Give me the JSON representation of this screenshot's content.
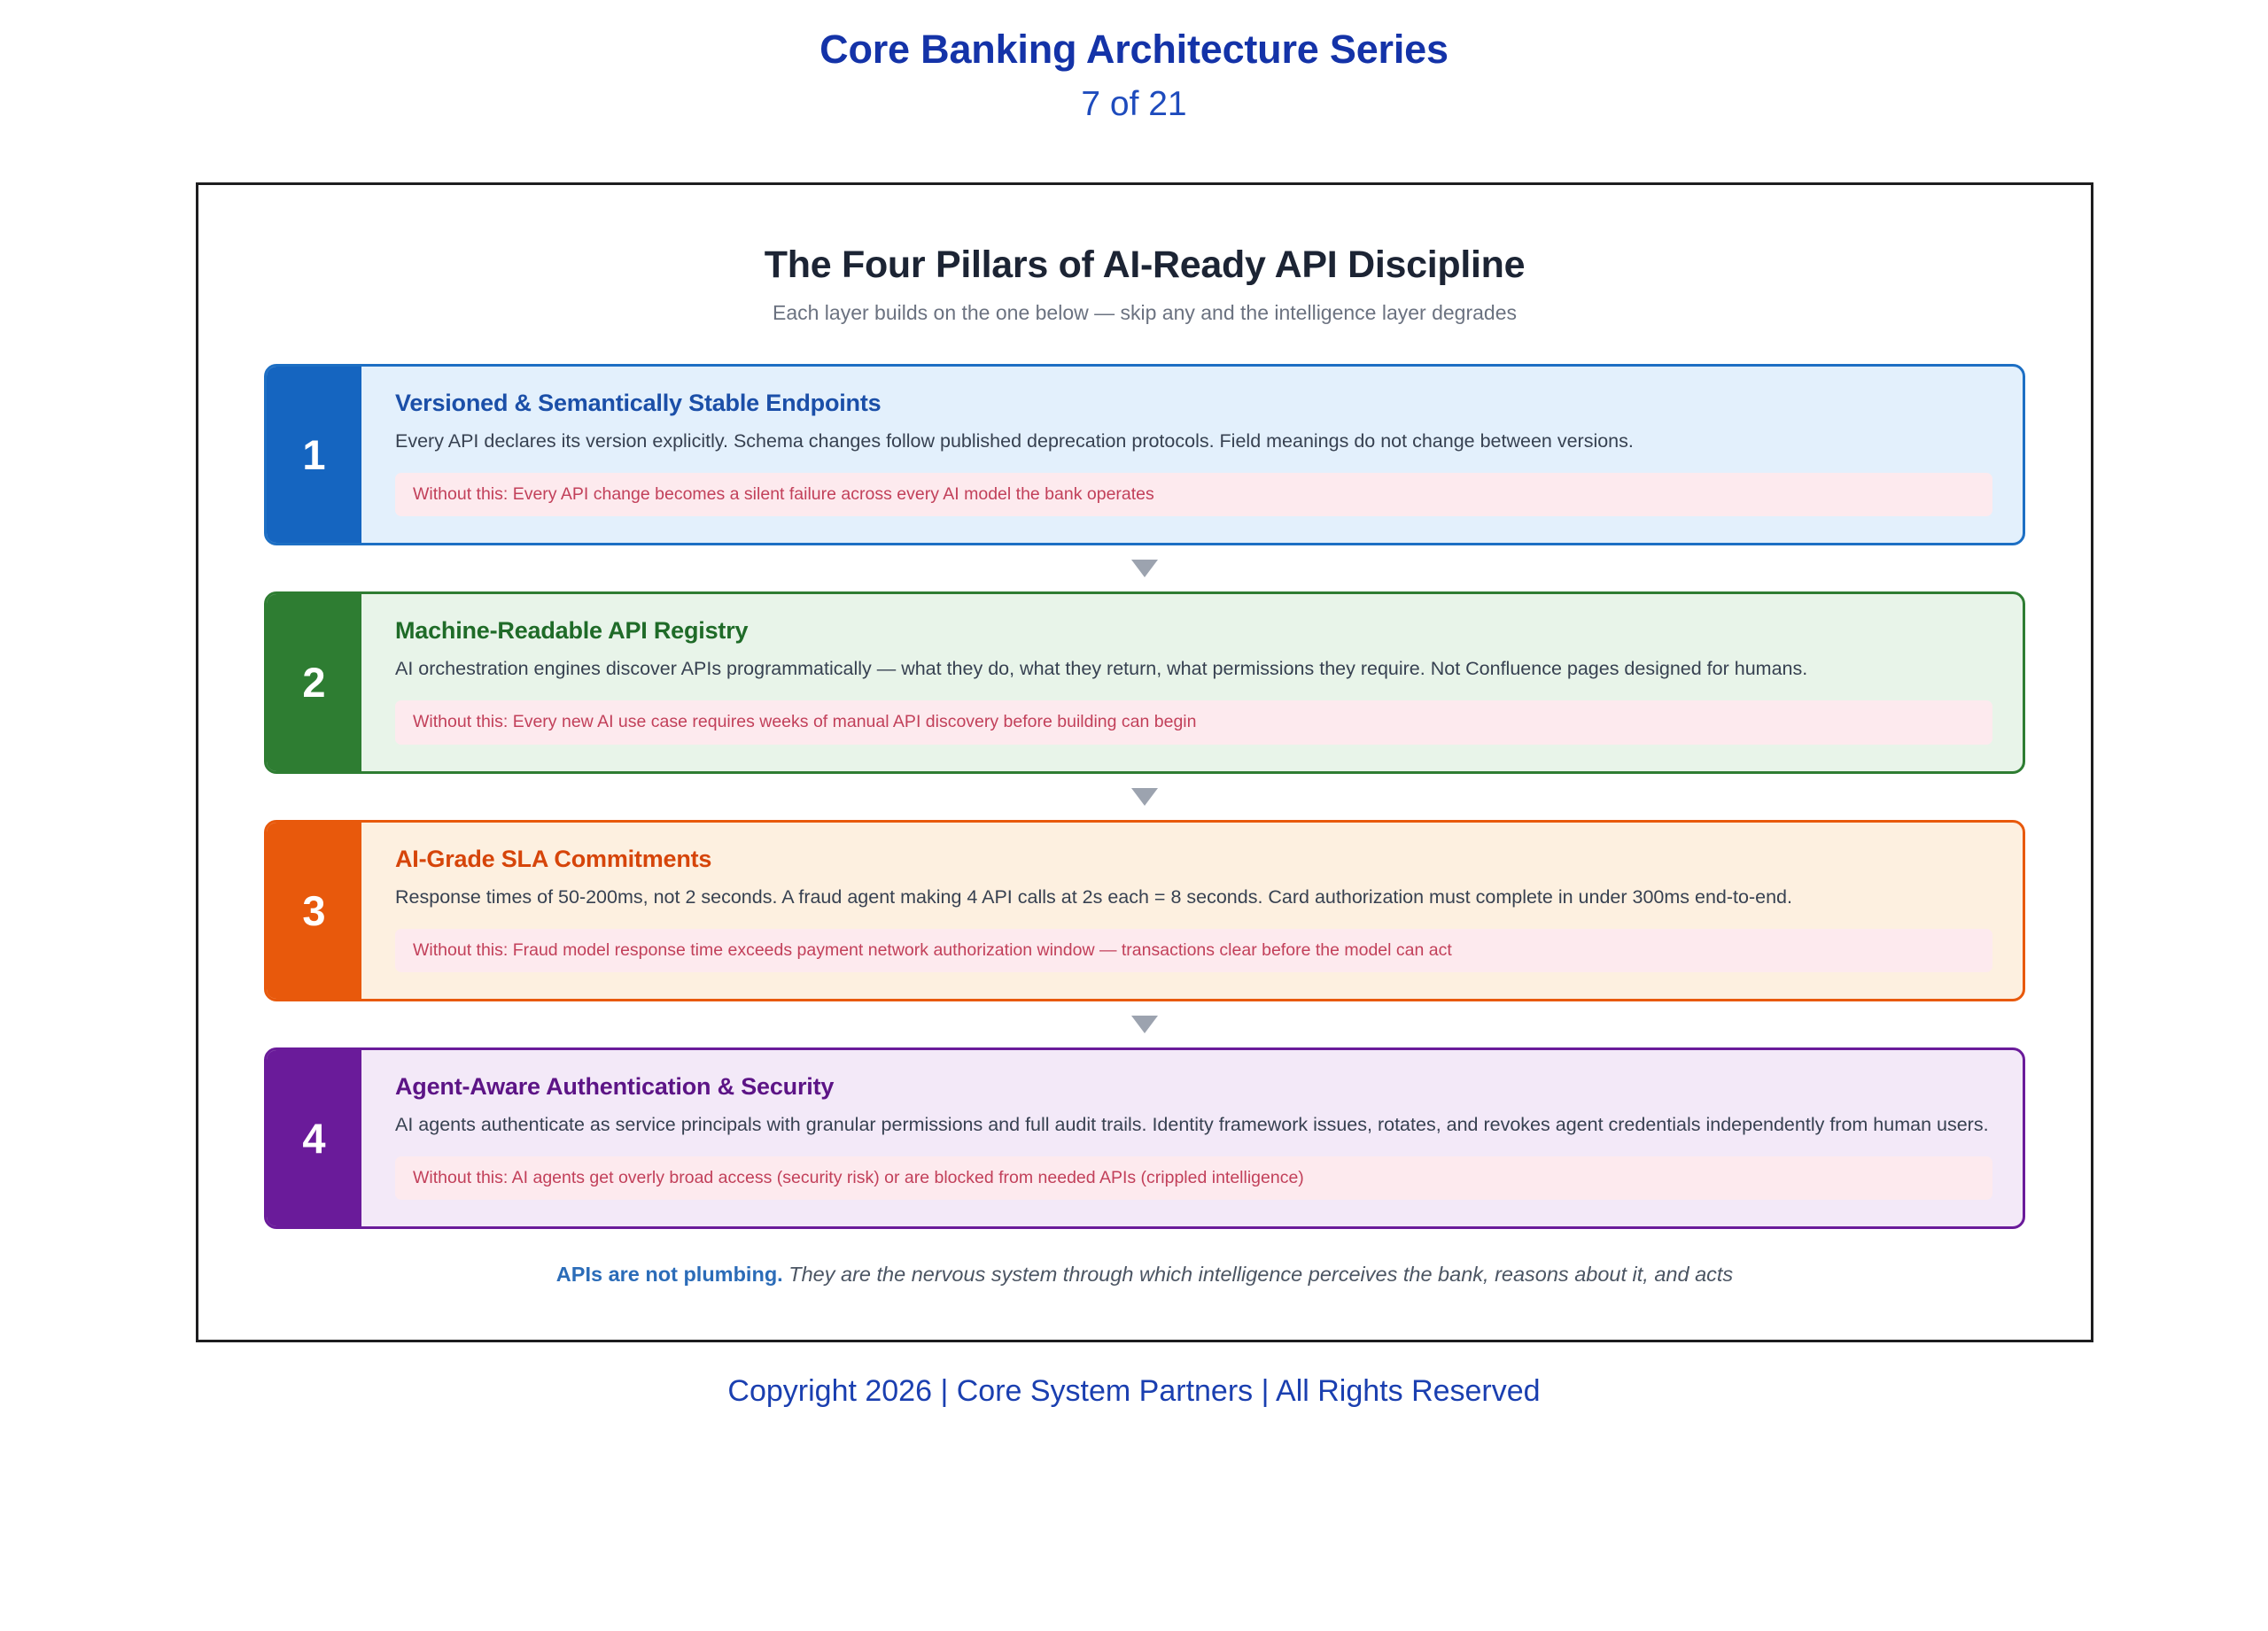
{
  "header": {
    "title": "Core Banking Architecture Series",
    "slide_counter": "7 of 21",
    "title_color": "#1433a8"
  },
  "slide": {
    "title": "The Four Pillars of AI-Ready API Discipline",
    "subtitle": "Each layer builds on the one below — skip any and the intelligence layer degrades",
    "connector_icon": "triangle-down-icon",
    "pillars": [
      {
        "number": "1",
        "heading": "Versioned & Semantically Stable Endpoints",
        "description": "Every API declares its version explicitly. Schema changes follow published deprecation protocols. Field meanings do not change between versions.",
        "warning": "Without this: Every API change becomes a silent failure across every AI model the bank operates",
        "accent_color": "#1565c0",
        "background_color": "#e3f0fc"
      },
      {
        "number": "2",
        "heading": "Machine-Readable API Registry",
        "description": "AI orchestration engines discover APIs programmatically — what they do, what they return, what permissions they require. Not Confluence pages designed for humans.",
        "warning": "Without this: Every new AI use case requires weeks of manual API discovery before building can begin",
        "accent_color": "#2e7d32",
        "background_color": "#e8f4e9"
      },
      {
        "number": "3",
        "heading": "AI-Grade SLA Commitments",
        "description": "Response times of 50-200ms, not 2 seconds. A fraud agent making 4 API calls at 2s each = 8 seconds. Card authorization must complete in under 300ms end-to-end.",
        "warning": "Without this: Fraud model response time exceeds payment network authorization window — transactions clear before the model can act",
        "accent_color": "#e8590c",
        "background_color": "#fdf0e0"
      },
      {
        "number": "4",
        "heading": "Agent-Aware Authentication & Security",
        "description": "AI agents authenticate as service principals with granular permissions and full audit trails. Identity framework issues, rotates, and revokes agent credentials independently from human users.",
        "warning": "Without this: AI agents get overly broad access (security risk) or are blocked from needed APIs (crippled intelligence)",
        "accent_color": "#6a1b9a",
        "background_color": "#f3e9f8"
      }
    ],
    "footer_lead": "APIs are not plumbing.",
    "footer_rest": " They are the nervous system through which intelligence perceives the bank, reasons about it, and acts"
  },
  "copyright": "Copyright 2026 | Core System Partners | All Rights Reserved"
}
